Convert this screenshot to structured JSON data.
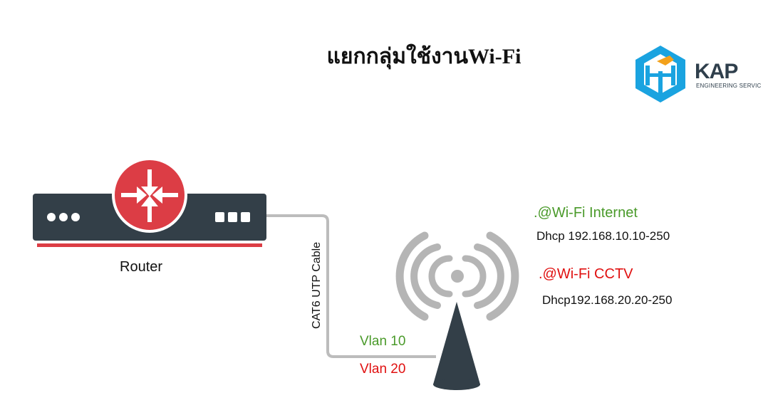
{
  "title": "แยกกลุ่มใช้งานWi-Fi",
  "logo": {
    "name": "KAP",
    "subtitle": "ENGINEERING SERVIC"
  },
  "router": {
    "label": "Router"
  },
  "cable": {
    "label": "CAT6 UTP Cable"
  },
  "vlans": [
    {
      "label": "Vlan 10",
      "color": "#4a9a2a"
    },
    {
      "label": "Vlan 20",
      "color": "#e01010"
    }
  ],
  "ssids": [
    {
      "name": ".@Wi-Fi Internet",
      "dhcp": "Dhcp 192.168.10.10-250",
      "color": "#4a9a2a"
    },
    {
      "name": ".@Wi-Fi CCTV",
      "dhcp": "Dhcp192.168.20.20-250",
      "color": "#e01010"
    }
  ],
  "icons": [
    "kap-logo-icon",
    "router-icon",
    "access-point-icon",
    "wireless-signal-icon"
  ],
  "colors": {
    "router_body": "#333f48",
    "router_symbol": "#dc3d45",
    "cable": "#bcbcbc",
    "signal": "#b5b5b5"
  }
}
